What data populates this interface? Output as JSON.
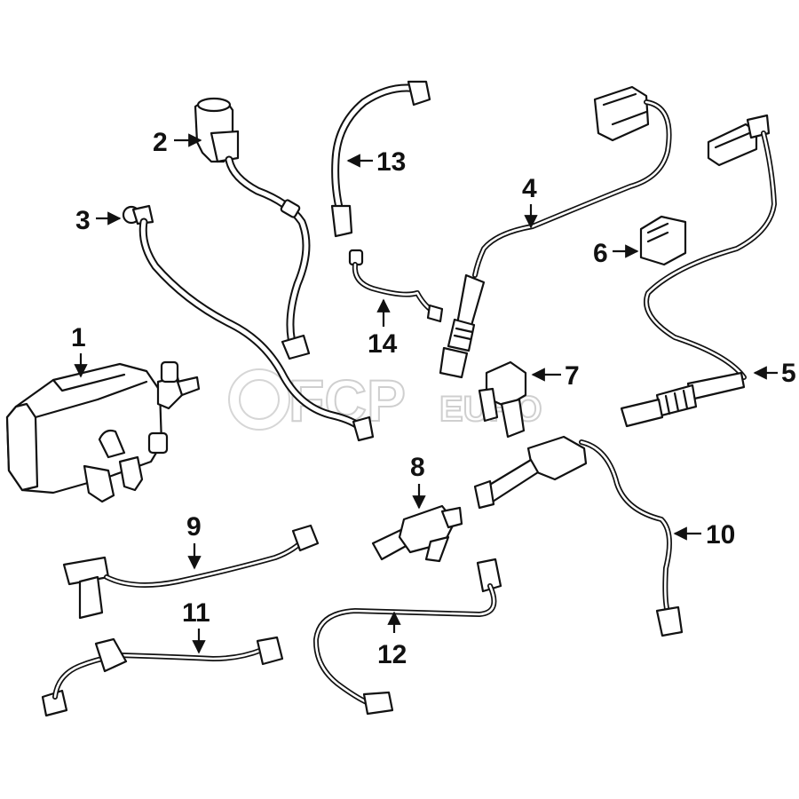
{
  "watermark": {
    "brand": "FCP",
    "suffix": "EURO"
  },
  "callouts": [
    {
      "id": "1",
      "label": "1"
    },
    {
      "id": "2",
      "label": "2"
    },
    {
      "id": "3",
      "label": "3"
    },
    {
      "id": "4",
      "label": "4"
    },
    {
      "id": "5",
      "label": "5"
    },
    {
      "id": "6",
      "label": "6"
    },
    {
      "id": "7",
      "label": "7"
    },
    {
      "id": "8",
      "label": "8"
    },
    {
      "id": "9",
      "label": "9"
    },
    {
      "id": "10",
      "label": "10"
    },
    {
      "id": "11",
      "label": "11"
    },
    {
      "id": "12",
      "label": "12"
    },
    {
      "id": "13",
      "label": "13"
    },
    {
      "id": "14",
      "label": "14"
    }
  ]
}
